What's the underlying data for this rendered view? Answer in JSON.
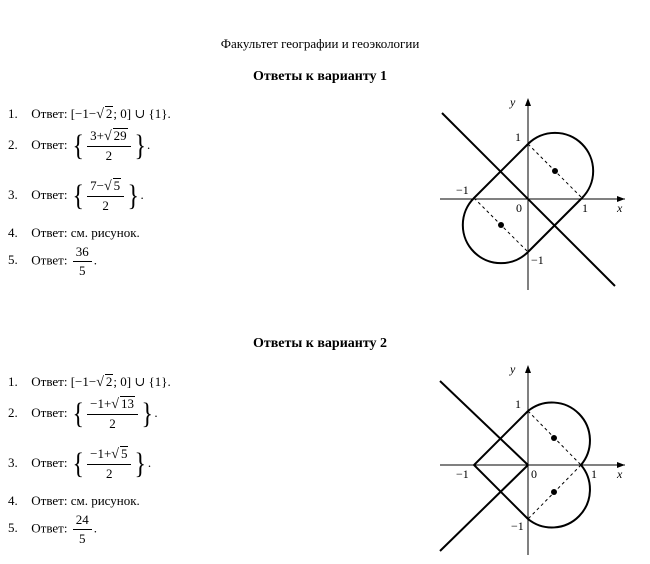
{
  "header": {
    "faculty": "Факультет географии и геоэкологии"
  },
  "variant1": {
    "title": "Ответы к варианту 1",
    "answers": [
      {
        "num": "1.",
        "label": "Ответ:",
        "pre": "[−1−",
        "rad": "2",
        "post": "; 0] ∪ {1}."
      },
      {
        "num": "2.",
        "label": "Ответ:",
        "n_pre": "3+",
        "n_rad": "29",
        "den": "2",
        "post": "."
      },
      {
        "num": "3.",
        "label": "Ответ:",
        "n_pre": "7−",
        "n_rad": "5",
        "den": "2",
        "post": "."
      },
      {
        "num": "4.",
        "label": "Ответ: см. рисунок."
      },
      {
        "num": "5.",
        "label": "Ответ:",
        "num_v": "36",
        "den": "5",
        "post": "."
      }
    ],
    "graph": {
      "y": "y",
      "x": "x",
      "one": "1",
      "neg_one": "−1",
      "zero": "0",
      "one_x": "1",
      "neg_one_y": "−1"
    }
  },
  "variant2": {
    "title": "Ответы к варианту 2",
    "answers": [
      {
        "num": "1.",
        "label": "Ответ:",
        "pre": "[−1−",
        "rad": "2",
        "post": "; 0] ∪ {1}."
      },
      {
        "num": "2.",
        "label": "Ответ:",
        "n_pre": "−1+",
        "n_rad": "13",
        "den": "2",
        "post": "."
      },
      {
        "num": "3.",
        "label": "Ответ:",
        "n_pre": "−1+",
        "n_rad": "5",
        "den": "2",
        "post": "."
      },
      {
        "num": "4.",
        "label": "Ответ: см. рисунок."
      },
      {
        "num": "5.",
        "label": "Ответ:",
        "num_v": "24",
        "den": "5",
        "post": "."
      }
    ],
    "graph": {
      "y": "y",
      "x": "x",
      "one": "1",
      "neg_one": "−1",
      "zero": "0",
      "one_x": "1",
      "neg_one_y": "−1"
    }
  }
}
